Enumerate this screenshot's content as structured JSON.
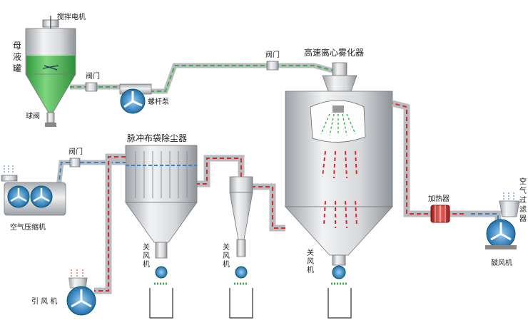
{
  "labels": {
    "mixer_motor": "搅拌电机",
    "mother_liquor_tank": [
      "母",
      "液",
      "罐"
    ],
    "ball_valve": "球阀",
    "valve_1": "阀门",
    "screw_pump": "螺杆泵",
    "valve_2": "阀门",
    "atomizer": "高速离心雾化器",
    "valve_3": "阀门",
    "bag_filter": "脉冲布袋除尘器",
    "air_compressor": "空气压缩机",
    "lock_valve_1": [
      "关",
      "风",
      "机"
    ],
    "lock_valve_2": [
      "关",
      "风",
      "机"
    ],
    "lock_valve_3": [
      "关",
      "风",
      "机"
    ],
    "induced_fan": "引 风 机",
    "heater": "加热器",
    "blower": "鼓风机",
    "air_filter": [
      "空",
      "气",
      "过",
      "滤",
      "器"
    ]
  },
  "colors": {
    "liquid": "#3fae49",
    "hot": "#e0262b",
    "cold": "#3b82c4",
    "vessel": "#c9ccd0",
    "fan_blue": "#2f8fd0"
  }
}
